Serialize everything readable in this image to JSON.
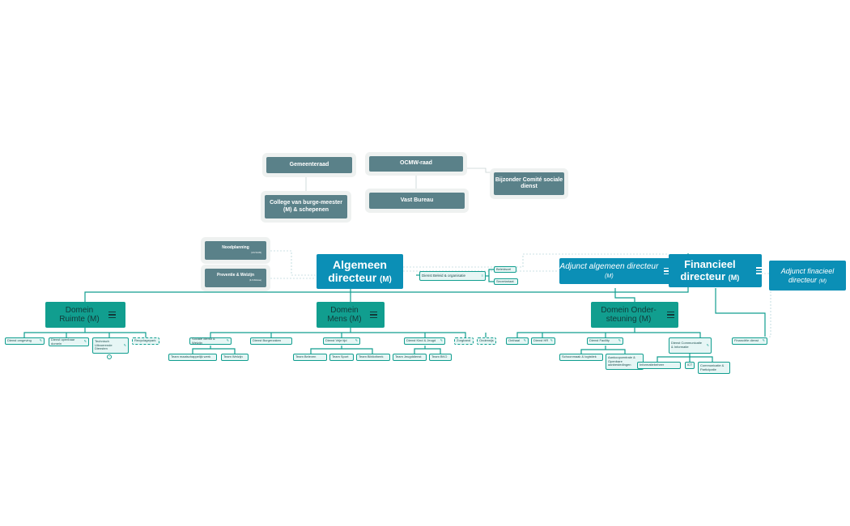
{
  "governance": {
    "gemeenteraad": "Gemeenteraad",
    "ocmw_raad": "OCMW-raad",
    "college": "College van burge-meester (M) & schepenen",
    "vast_bureau": "Vast Bureau",
    "bijzonder_comite": "Bijzonder Comité sociale dienst"
  },
  "top": {
    "noodplanning": "Noodplanning",
    "noodplanning_sub": "(ILS WI-80)",
    "preventie": "Preventie & Welzijn",
    "preventie_sub": "(ILS Woluwe)",
    "algemeen_directeur": "Algemeen directeur",
    "algemeen_suffix": "(M)",
    "dienst_beleid": "Dienst Beleid & organisatie",
    "beleidscel": "Beleidscel",
    "secretariaat": "Secretariaat",
    "adjunct_algemeen": "Adjunct algemeen directeur",
    "adjunct_algemeen_suffix": "(M)",
    "financieel_directeur": "Financieel directeur",
    "financieel_suffix": "(M)",
    "adjunct_financieel": "Adjunct finacieel directeur",
    "adjunct_financieel_suffix": "(M)"
  },
  "domains": {
    "ruimte": "Domein Ruimte (M)",
    "mens": "Domein Mens (M)",
    "ondersteuning": "Domein Onder-steuning (M)"
  },
  "ruimte_children": {
    "omgeving": "Dienst omgeving",
    "openbaar_domein": "Dienst openbaar domein",
    "technisch": "Technisch Uitvoerende Diensten",
    "recyclagepark": "Recyclagepark"
  },
  "mens_children": {
    "sociale_dienst": "Sociale dienst & Welzijn",
    "burgerzaken": "Dienst Burgerzaken",
    "vrije_tijd": "Dienst Vrije tijd",
    "kind_jeugd": "Dienst Kind & Jeugd",
    "zorgband": "Zorgband",
    "onderwijs": "Onderwijs",
    "team_maatschappelijk": "Team maatschappelijk werk",
    "team_welzijn": "Team Welzijn",
    "team_beleven": "Team Beleven",
    "team_sport": "Team Sport",
    "team_bibliotheek": "Team Bibliotheek",
    "team_jeugddienst": "Team Jeugddienst",
    "team_bko": "Team BKO"
  },
  "ondersteuning_children": {
    "onthaal": "Onthaal",
    "dienst_hr": "Dienst HR",
    "facility": "Dienst Facility",
    "communicatie": "Dienst Communicatie & Informatie",
    "financiele_dienst": "Financiële dienst",
    "schoonmaak": "Schoonmaak & logistiek",
    "aankoop": "Aankoopcentrale & Openbare aanbestedingen",
    "informatiebeheer": "Informatiebeheer",
    "ict": "ICT",
    "communicatie_participatie": "Communicatie & Participatie"
  },
  "colors": {
    "gray_node": "#5a8189",
    "blue_node": "#0b8fb6",
    "teal_node": "#119e8f",
    "connector": "#119e8f"
  }
}
